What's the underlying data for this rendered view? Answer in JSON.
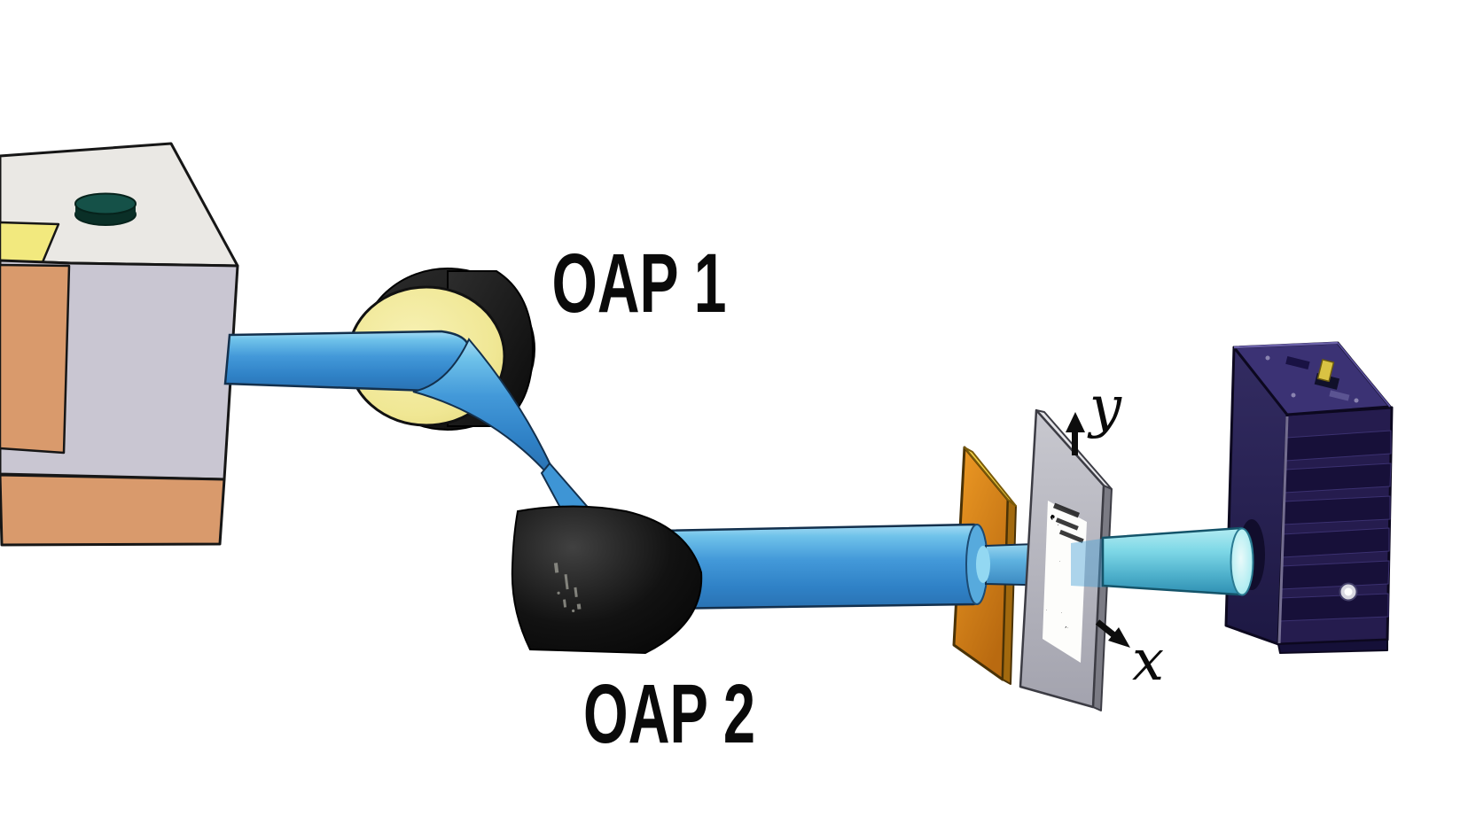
{
  "figure": {
    "background": "#ffffff",
    "labels": {
      "oap1": "OAP 1",
      "oap2": "OAP 2",
      "axis_x": "x",
      "axis_y": "y"
    },
    "colors": {
      "background": "#ffffff",
      "label_ink": "#0a0a0a",
      "beam_blue": "#4399d9",
      "beam_light": "#a6dcf4",
      "beam_dark": "#2a72b2",
      "beam_outline": "#13304d",
      "cone_cyan": "#7dd7e6",
      "cone_outline": "#14546a",
      "mirror_gold": "#f0e794",
      "mirror_housing_black": "#111111",
      "filter_orange": "#e2891c",
      "filter_gold_edge": "#f6d449",
      "sample_gray": "#b9b9c2",
      "sample_edge_dark": "#7b7b84",
      "sample_bevel": "#e4e4e8",
      "detector_front": "#2b2254",
      "detector_top": "#3b3274",
      "detector_side": "#251c4e",
      "detector_slat": "#171039",
      "detector_outline": "#0c081f",
      "source_top": "#eae8e4",
      "source_front": "#c9c6d2",
      "source_tan": "#d99a6c",
      "source_yellow": "#f2e97e",
      "knob_green": "#155148"
    }
  }
}
